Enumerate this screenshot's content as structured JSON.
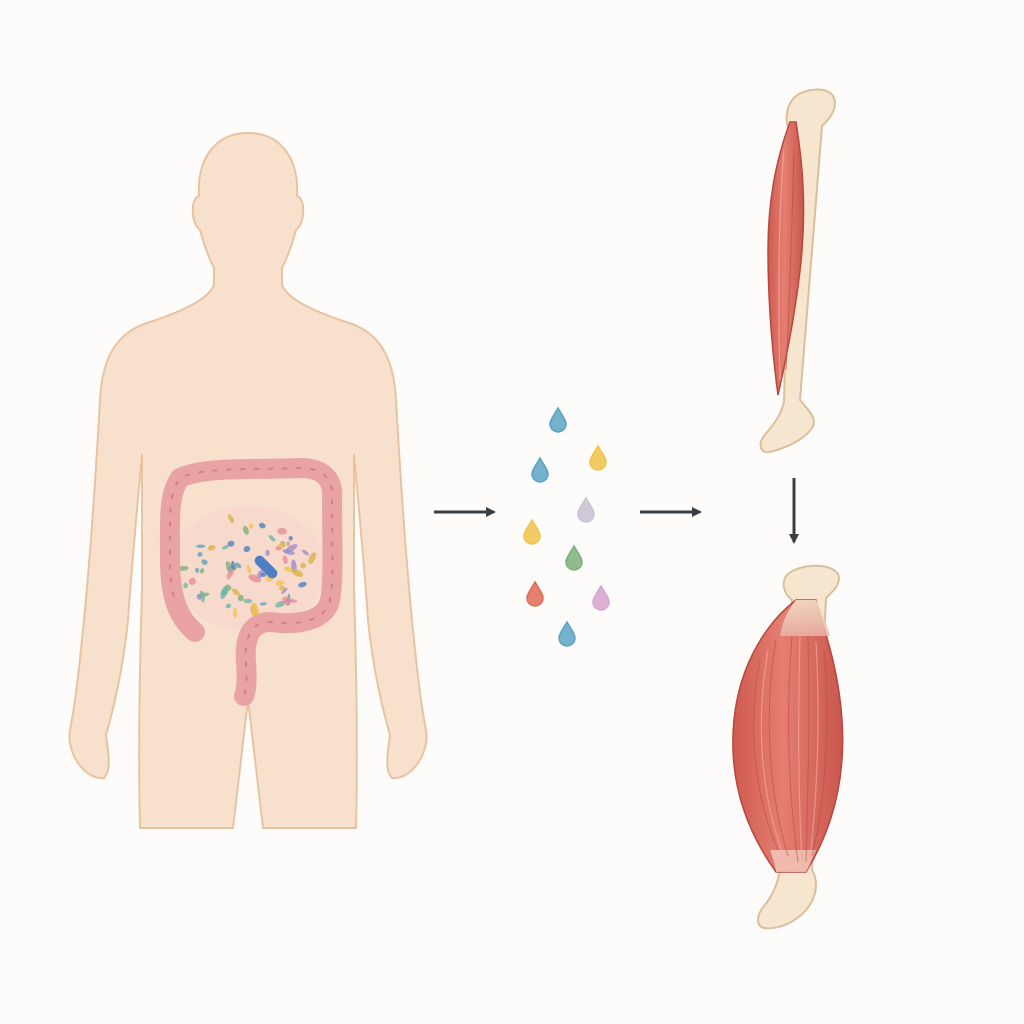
{
  "diagram": {
    "nodes": [
      {
        "id": "human-body-with-gut-microbiome",
        "icon": "body-silhouette-icon"
      },
      {
        "id": "metabolite-droplets",
        "icon": "droplet-icon"
      },
      {
        "id": "thin-muscle",
        "icon": "muscle-icon"
      },
      {
        "id": "large-muscle",
        "icon": "muscle-icon"
      }
    ],
    "edges": [
      {
        "from": "human-body-with-gut-microbiome",
        "to": "metabolite-droplets",
        "direction": "right"
      },
      {
        "from": "metabolite-droplets",
        "to": "thin-muscle",
        "direction": "right"
      },
      {
        "from": "thin-muscle",
        "to": "large-muscle",
        "direction": "down"
      }
    ],
    "colors": {
      "background": "#fdfcfa",
      "skin": "#f7e1cc",
      "skin_outline": "#e8c3a2",
      "intestine": "#e9a3a3",
      "intestine_outline": "#d27c7e",
      "muscle": "#de7469",
      "muscle_dark": "#c4544c",
      "bone": "#f6e6cf",
      "bone_outline": "#d9bf9c",
      "arrow": "#3a3f44"
    },
    "droplet_colors": [
      "#5ba3c3",
      "#f0c24a",
      "#5ba3c3",
      "#c9c0d4",
      "#f0c24a",
      "#7db07a",
      "#e06a52",
      "#d7a3cc",
      "#5ba3c3"
    ]
  }
}
